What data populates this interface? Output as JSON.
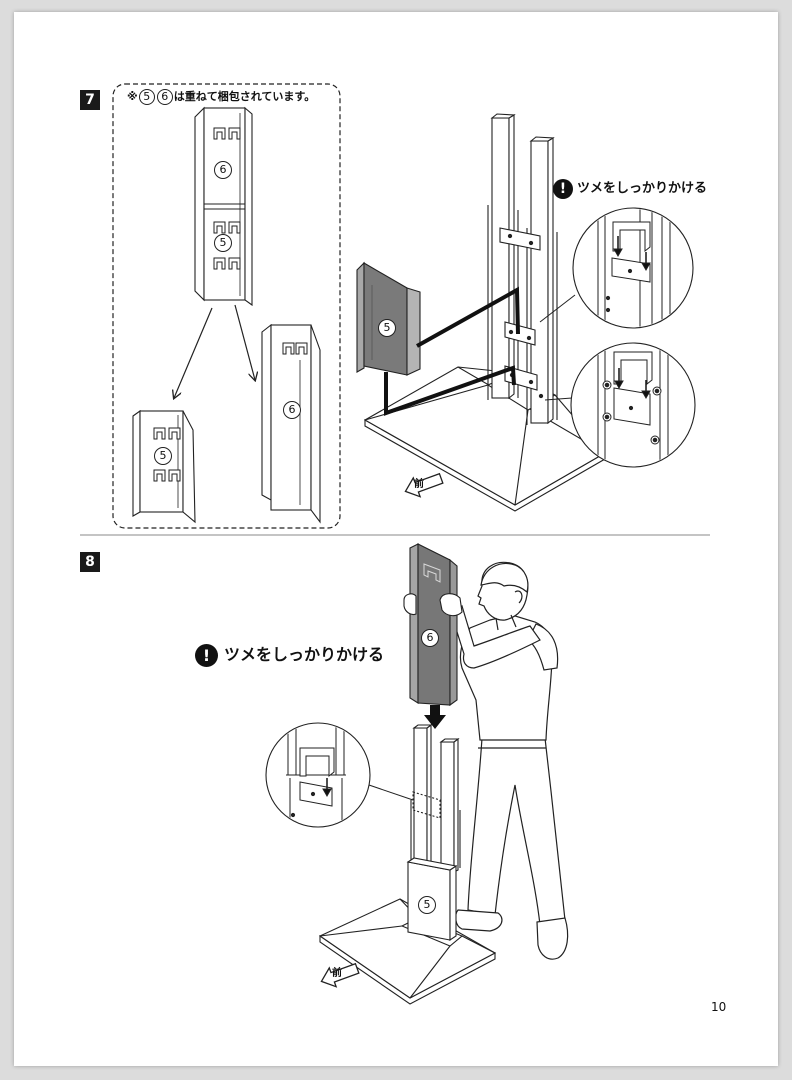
{
  "page_number": "10",
  "step7": {
    "number": "7",
    "note": {
      "prefix": "※",
      "parts": [
        "5",
        "6"
      ],
      "text": "は重ねて梱包されています。"
    },
    "caution": "ツメをしっかりかける",
    "labels": {
      "stack_top": "6",
      "stack_bottom": "5",
      "separated_5": "5",
      "separated_6": "6",
      "attached_5": "5"
    },
    "front_label": "前"
  },
  "step8": {
    "number": "8",
    "caution": "ツメをしっかりかける",
    "labels": {
      "held_panel": "6",
      "base_cover": "5"
    },
    "front_label": "前"
  },
  "icons": {
    "caution": "exclamation-circle-icon",
    "front_direction": "front-arrow-icon",
    "insert_direction": "down-arrow-icon",
    "detail_zoom": "magnified-detail-circle"
  },
  "colors": {
    "step_box": "#1a1a1a",
    "panel_dark": "#7a7a7a",
    "line_art": "#222222"
  }
}
